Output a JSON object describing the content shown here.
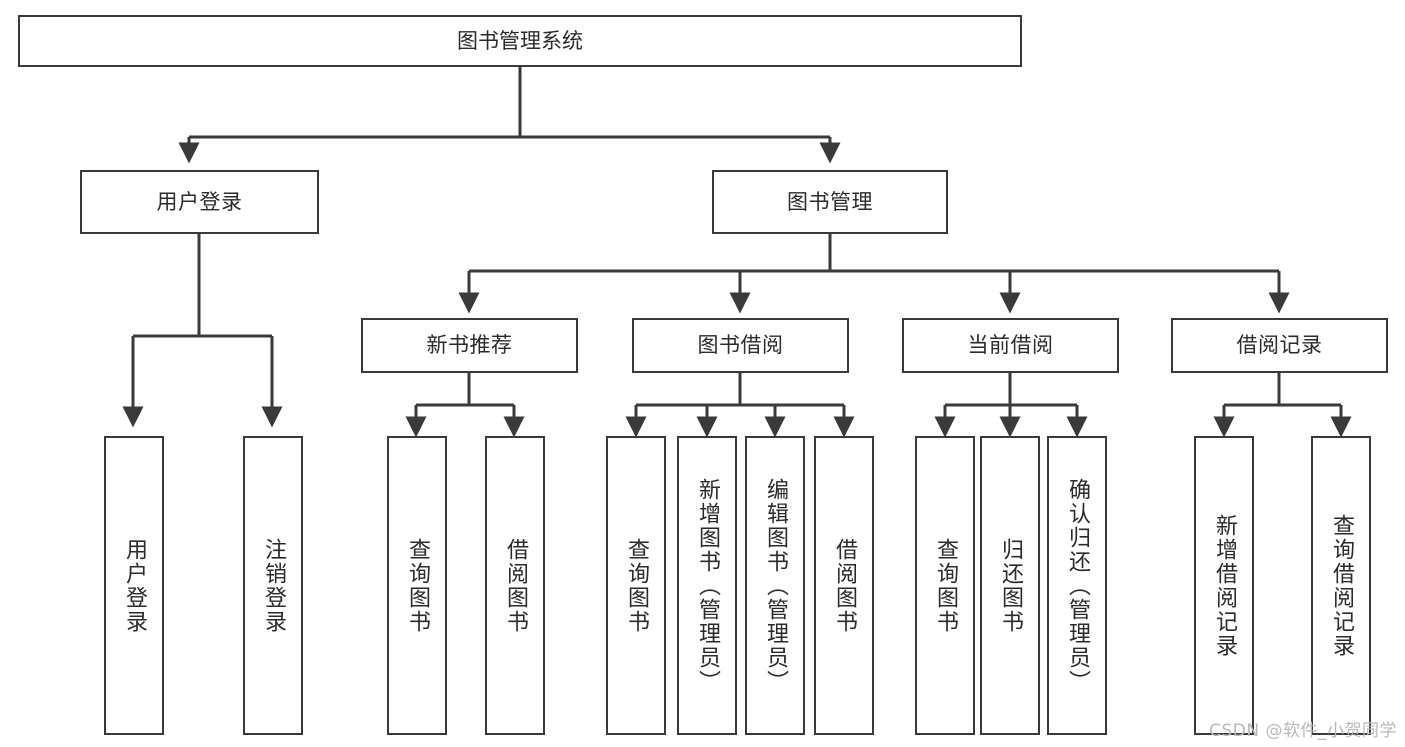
{
  "diagram": {
    "type": "tree",
    "title": "图书管理系统",
    "nodes": {
      "root": {
        "label": "图书管理系统"
      },
      "level2": [
        {
          "label": "用户登录"
        },
        {
          "label": "图书管理"
        }
      ],
      "level3": [
        {
          "label": "新书推荐"
        },
        {
          "label": "图书借阅"
        },
        {
          "label": "当前借阅"
        },
        {
          "label": "借阅记录"
        }
      ],
      "leaves_user_login": [
        {
          "label": "用户登录"
        },
        {
          "label": "注销登录"
        }
      ],
      "leaves_new_book": [
        {
          "label": "查询图书"
        },
        {
          "label": "借阅图书"
        }
      ],
      "leaves_book_borrow": [
        {
          "label": "查询图书"
        },
        {
          "label": "新增图书（管理员）"
        },
        {
          "label": "编辑图书（管理员）"
        },
        {
          "label": "借阅图书"
        }
      ],
      "leaves_current_borrow": [
        {
          "label": "查询图书"
        },
        {
          "label": "归还图书"
        },
        {
          "label": "确认归还（管理员）"
        }
      ],
      "leaves_borrow_record": [
        {
          "label": "新增借阅记录"
        },
        {
          "label": "查询借阅记录"
        }
      ]
    },
    "colors": {
      "stroke": "#3a3a3a",
      "text": "#2b2b2b",
      "background": "#ffffff",
      "watermark": "#b9b9b9"
    }
  },
  "watermark": {
    "text": "CSDN @软件_小贺同学"
  }
}
